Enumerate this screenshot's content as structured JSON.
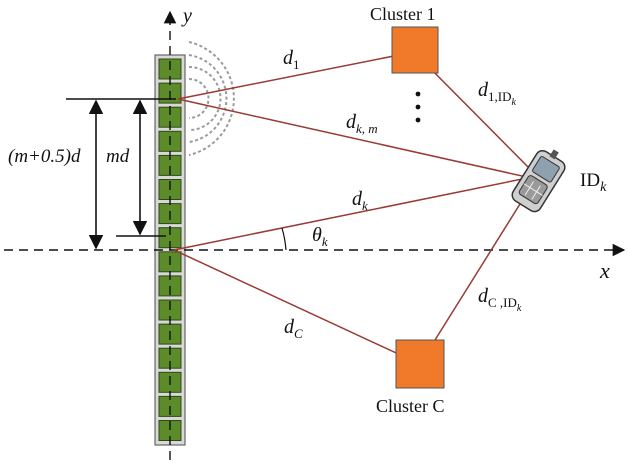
{
  "axes": {
    "x_label": "x",
    "y_label": "y"
  },
  "clusters": [
    {
      "label": "Cluster 1"
    },
    {
      "label": "Cluster C"
    }
  ],
  "user_label": {
    "main": "ID",
    "sub": "k"
  },
  "distances": {
    "d1": {
      "main": "d",
      "sub": "1"
    },
    "dk_m": {
      "main": "d",
      "sub": "k, m"
    },
    "dk": {
      "main": "d",
      "sub": "k"
    },
    "dC": {
      "main": "d",
      "sub": "C"
    },
    "d1_id": {
      "main": "d",
      "sub": "1,ID",
      "subsub": "k"
    },
    "dC_id": {
      "main": "d",
      "sub": "C ,ID",
      "subsub": "k"
    }
  },
  "angle": {
    "main": "θ",
    "sub": "k"
  },
  "dimensions": {
    "m_half": "(m+0.5)d",
    "md": "md"
  },
  "colors": {
    "cluster_fill": "#f07a2a",
    "element_fill": "#5c8c2a",
    "ray": "#9a3a32",
    "array_bg": "#d8d8d8"
  },
  "array": {
    "elements": 16
  }
}
